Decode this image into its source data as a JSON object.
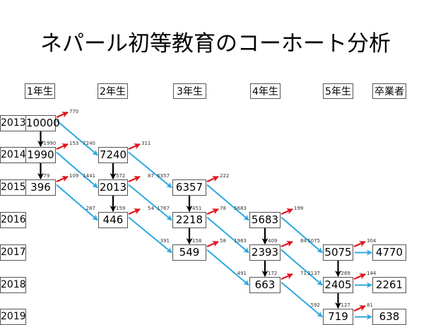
{
  "title": "ネパール初等教育のコーホート分析",
  "headers": [
    "1年生",
    "2年生",
    "3年生",
    "4年生",
    "5年生",
    "卒業者"
  ],
  "years": [
    "2013",
    "2014",
    "2015",
    "2016",
    "2017",
    "2018",
    "2019"
  ],
  "colors": {
    "promotion": "#29a9e0",
    "repetition": "#000000",
    "dropout": "#e0141c"
  },
  "cells": [
    {
      "id": "g1-2013",
      "grade": 1,
      "year": 2013,
      "value": "10000"
    },
    {
      "id": "g1-2014",
      "grade": 1,
      "year": 2014,
      "value": "1990"
    },
    {
      "id": "g1-2015",
      "grade": 1,
      "year": 2015,
      "value": "396"
    },
    {
      "id": "g2-2014",
      "grade": 2,
      "year": 2014,
      "value": "7240"
    },
    {
      "id": "g2-2015",
      "grade": 2,
      "year": 2015,
      "value": "2013"
    },
    {
      "id": "g2-2016",
      "grade": 2,
      "year": 2016,
      "value": "446"
    },
    {
      "id": "g3-2015",
      "grade": 3,
      "year": 2015,
      "value": "6357"
    },
    {
      "id": "g3-2016",
      "grade": 3,
      "year": 2016,
      "value": "2218"
    },
    {
      "id": "g3-2017",
      "grade": 3,
      "year": 2017,
      "value": "549"
    },
    {
      "id": "g4-2016",
      "grade": 4,
      "year": 2016,
      "value": "5683"
    },
    {
      "id": "g4-2017",
      "grade": 4,
      "year": 2017,
      "value": "2393"
    },
    {
      "id": "g4-2018",
      "grade": 4,
      "year": 2018,
      "value": "663"
    },
    {
      "id": "g5-2017",
      "grade": 5,
      "year": 2017,
      "value": "5075"
    },
    {
      "id": "g5-2018",
      "grade": 5,
      "year": 2018,
      "value": "2405"
    },
    {
      "id": "g5-2019",
      "grade": 5,
      "year": 2019,
      "value": "719"
    },
    {
      "id": "grad-2017",
      "grade": 6,
      "year": 2017,
      "value": "4770"
    },
    {
      "id": "grad-2018",
      "grade": 6,
      "year": 2018,
      "value": "2261"
    },
    {
      "id": "grad-2019",
      "grade": 6,
      "year": 2019,
      "value": "638"
    }
  ],
  "flows": {
    "promotion": [
      {
        "from": "g1-2013",
        "to": "g2-2014",
        "label": "7240"
      },
      {
        "from": "g1-2014",
        "to": "g2-2015",
        "label": "1441"
      },
      {
        "from": "g1-2015",
        "to": "g2-2016",
        "label": "287"
      },
      {
        "from": "g2-2014",
        "to": "g3-2015",
        "label": "6357"
      },
      {
        "from": "g2-2015",
        "to": "g3-2016",
        "label": "1767"
      },
      {
        "from": "g2-2016",
        "to": "g3-2017",
        "label": "391"
      },
      {
        "from": "g3-2015",
        "to": "g4-2016",
        "label": "5683"
      },
      {
        "from": "g3-2016",
        "to": "g4-2017",
        "label": "1983"
      },
      {
        "from": "g3-2017",
        "to": "g4-2018",
        "label": "491"
      },
      {
        "from": "g4-2016",
        "to": "g5-2017",
        "label": "5075"
      },
      {
        "from": "g4-2017",
        "to": "g5-2018",
        "label": "2137"
      },
      {
        "from": "g4-2018",
        "to": "g5-2019",
        "label": "592"
      },
      {
        "from": "g5-2017",
        "to": "grad-2017",
        "label": ""
      },
      {
        "from": "g5-2018",
        "to": "grad-2018",
        "label": ""
      },
      {
        "from": "g5-2019",
        "to": "grad-2019",
        "label": ""
      }
    ],
    "repetition": [
      {
        "from": "g1-2013",
        "to": "g1-2014",
        "label": "1990"
      },
      {
        "from": "g1-2014",
        "to": "g1-2015",
        "label": "79"
      },
      {
        "from": "g2-2014",
        "to": "g2-2015",
        "label": "572"
      },
      {
        "from": "g2-2015",
        "to": "g2-2016",
        "label": "159"
      },
      {
        "from": "g3-2015",
        "to": "g3-2016",
        "label": "451"
      },
      {
        "from": "g3-2016",
        "to": "g3-2017",
        "label": "158"
      },
      {
        "from": "g4-2016",
        "to": "g4-2017",
        "label": "409"
      },
      {
        "from": "g4-2017",
        "to": "g4-2018",
        "label": "172"
      },
      {
        "from": "g5-2017",
        "to": "g5-2018",
        "label": "269"
      },
      {
        "from": "g5-2018",
        "to": "g5-2019",
        "label": "127"
      }
    ],
    "dropout": [
      {
        "from": "g1-2013",
        "label": "770"
      },
      {
        "from": "g1-2014",
        "label": "153"
      },
      {
        "from": "g1-2015",
        "label": "109"
      },
      {
        "from": "g2-2014",
        "label": "311"
      },
      {
        "from": "g2-2015",
        "label": "87"
      },
      {
        "from": "g2-2016",
        "label": "54"
      },
      {
        "from": "g3-2015",
        "label": "222"
      },
      {
        "from": "g3-2016",
        "label": "78"
      },
      {
        "from": "g3-2017",
        "label": "58"
      },
      {
        "from": "g4-2016",
        "label": "199"
      },
      {
        "from": "g4-2017",
        "label": "84"
      },
      {
        "from": "g4-2018",
        "label": "71"
      },
      {
        "from": "g5-2017",
        "label": "304"
      },
      {
        "from": "g5-2018",
        "label": "144"
      },
      {
        "from": "g5-2019",
        "label": "81"
      }
    ]
  }
}
